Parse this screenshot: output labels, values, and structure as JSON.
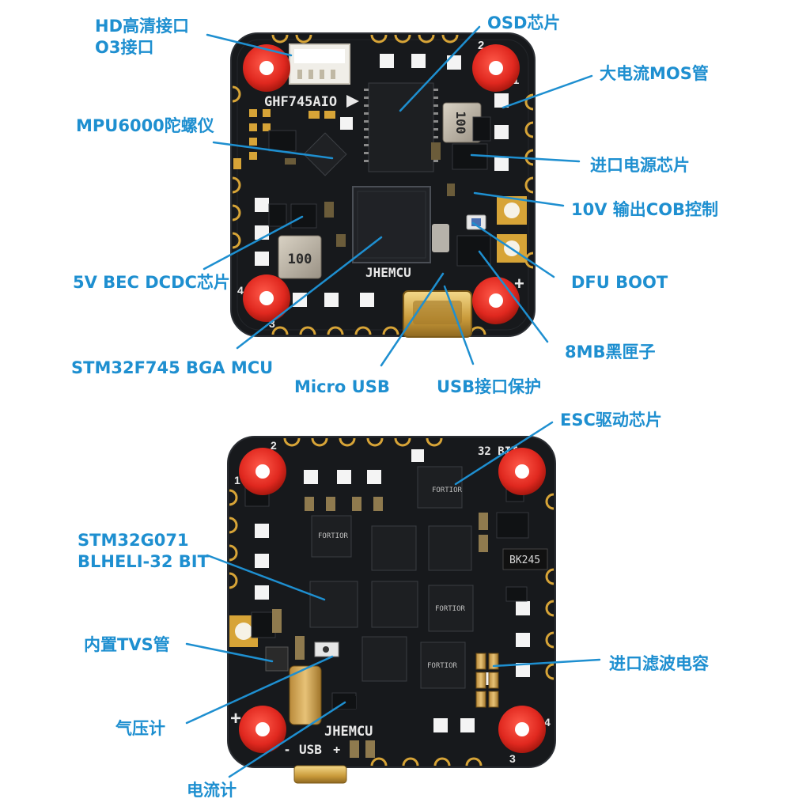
{
  "colors": {
    "label": "#1e8fd0",
    "leader": "#1e8fd0",
    "pcb": "#17191c",
    "gold": "#d7a437",
    "grommet": "#e0281f",
    "pad": "#f4f4f4"
  },
  "top_board": {
    "model_text": "GHF745AIO",
    "brand_text": "JHEMCU",
    "inductor_text_1": "100",
    "inductor_text_2": "100",
    "port_1": "1",
    "port_2": "2",
    "port_3": "3",
    "port_4": "4",
    "plus_sign": "+"
  },
  "bottom_board": {
    "brand_text": "JHEMCU",
    "usb_text": "USB",
    "port_1": "1",
    "port_2": "2",
    "port_3": "3",
    "port_4": "4",
    "plus_sign": "+",
    "plus_usb": "+",
    "minus_usb": "-",
    "bit_text": "32 BIT",
    "chip_text": "BK245",
    "esc_chip_text": "FORTIOR"
  },
  "labels": {
    "hd_port": [
      "HD高清接口",
      "O3接口"
    ],
    "osd_chip": "OSD芯片",
    "mos": "大电流MOS管",
    "gyro": "MPU6000陀螺仪",
    "power_chip": "进口电源芯片",
    "cob": "10V 输出COB控制",
    "bec": "5V BEC DCDC芯片",
    "dfu": "DFU BOOT",
    "blackbox": "8MB黑匣子",
    "mcu": "STM32F745 BGA MCU",
    "micro_usb": "Micro USB",
    "usb_protect": "USB接口保护",
    "esc_chip": "ESC驱动芯片",
    "esc_mcu": [
      "STM32G071",
      "BLHELI-32 BIT"
    ],
    "tvs": "内置TVS管",
    "filter_cap": "进口滤波电容",
    "barometer": "气压计",
    "current_meter": "电流计"
  }
}
